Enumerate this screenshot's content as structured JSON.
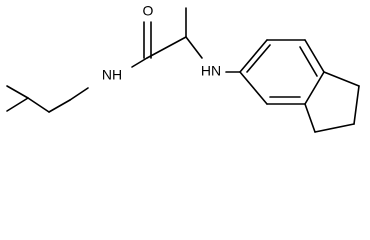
{
  "molecule": {
    "labels": {
      "oxygen": "O",
      "amide_nitrogen": "NH",
      "amine_nitrogen": "HN"
    }
  }
}
